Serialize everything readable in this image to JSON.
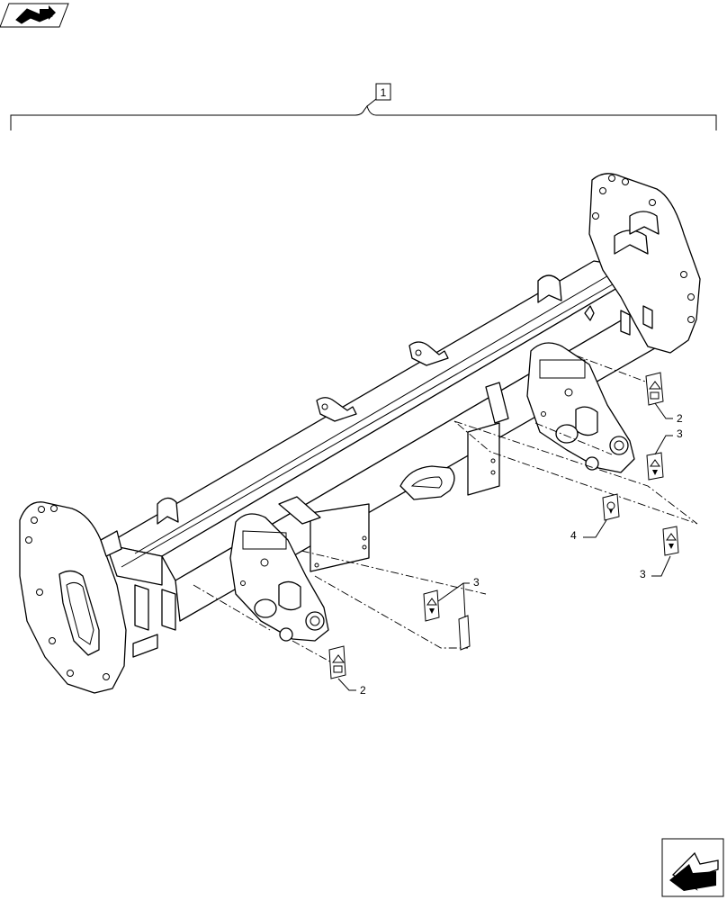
{
  "diagram": {
    "assembly_callout": "1",
    "callouts": [
      {
        "id": "decal-2-upper",
        "label": "2"
      },
      {
        "id": "decal-3-upper",
        "label": "3"
      },
      {
        "id": "decal-4",
        "label": "4"
      },
      {
        "id": "decal-3-lower-right",
        "label": "3"
      },
      {
        "id": "decal-3-lower-left",
        "label": "3"
      },
      {
        "id": "decal-2-lower",
        "label": "2"
      }
    ]
  },
  "icons": {
    "top_left": "book-arrow-icon",
    "bottom_right": "previous-page-arrow-icon"
  },
  "colors": {
    "line": "#000000",
    "background": "#ffffff"
  }
}
